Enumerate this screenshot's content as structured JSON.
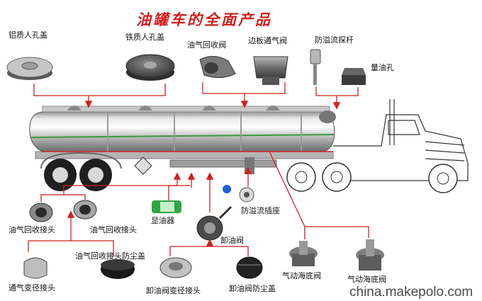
{
  "title": "油罐车的全面产品",
  "watermark": "china.makepolo.com",
  "accent_color": "#d21f1f",
  "parts": {
    "aluminum_manhole": "铝质人孔盖",
    "iron_manhole": "铁质人孔盖",
    "vapor_recovery_valve": "油气回收阀",
    "side_vent_valve": "边板通气阀",
    "overflow_probe": "防溢流探杆",
    "oil_gauge_hole": "量油孔",
    "overflow_socket": "防溢流插座",
    "oil_indicator": "显油器",
    "vapor_coupling_1": "油气回收接头",
    "vapor_coupling_2": "油气回收接头",
    "unloading_valve": "卸油阀",
    "dust_cap_vapor": "油气回收接头防尘盖",
    "vent_adapter": "通气变径接头",
    "unloading_adapter": "卸油阀变径接头",
    "unloading_dust_cap": "卸油阀防尘盖",
    "pneumatic_valve_1": "气动海底阀",
    "pneumatic_valve_2": "气动海底阀"
  }
}
